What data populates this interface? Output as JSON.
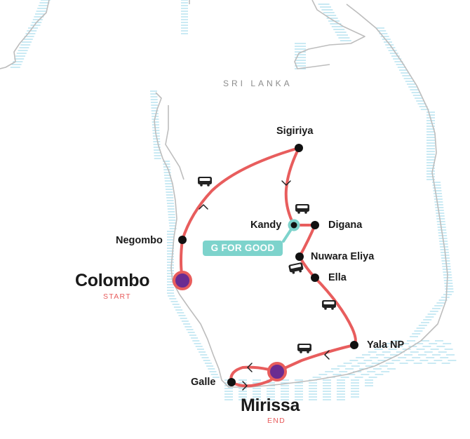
{
  "map": {
    "country": "SRI LANKA",
    "colors": {
      "route": "#e85d5d",
      "water": "#a7dcec",
      "coast": "#bdbdbd",
      "stop": "#111111",
      "major_stop": "#6a2c91",
      "highlight": "#7dd3cc"
    },
    "stops": [
      {
        "name": "Negombo"
      },
      {
        "name": "Sigiriya"
      },
      {
        "name": "Kandy"
      },
      {
        "name": "Digana"
      },
      {
        "name": "Nuwara Eliya"
      },
      {
        "name": "Ella"
      },
      {
        "name": "Yala NP"
      },
      {
        "name": "Galle"
      }
    ],
    "start": {
      "name": "Colombo",
      "tag": "START"
    },
    "end": {
      "name": "Mirissa",
      "tag": "END"
    },
    "badge": "G FOR GOOD",
    "transport_icon": "bus-icon"
  }
}
